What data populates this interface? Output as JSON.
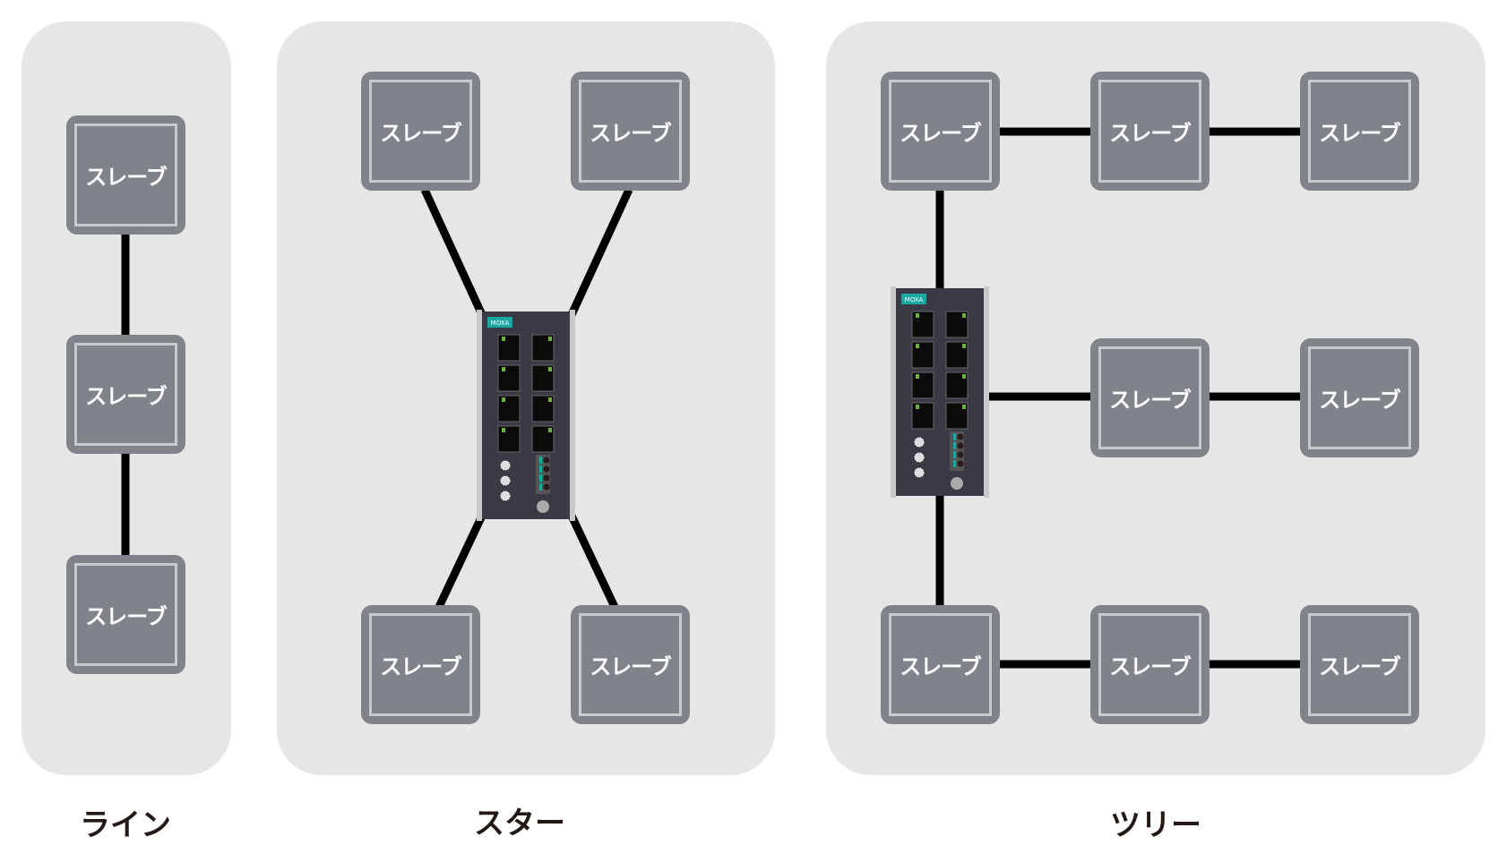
{
  "topologies": [
    {
      "label": "ライン",
      "nodes": [
        "スレーブ",
        "スレーブ",
        "スレーブ"
      ]
    },
    {
      "label": "スター",
      "nodes": [
        "スレーブ",
        "スレーブ",
        "スレーブ",
        "スレーブ"
      ],
      "switch_brand": "MOXA"
    },
    {
      "label": "ツリー",
      "nodes": [
        "スレーブ",
        "スレーブ",
        "スレーブ",
        "スレーブ",
        "スレーブ",
        "スレーブ",
        "スレーブ",
        "スレーブ"
      ],
      "switch_brand": "MOXA"
    }
  ],
  "colors": {
    "panel": "#e6e6e6",
    "node": "#80838a",
    "node_border": "#c9cacc",
    "link": "#000000",
    "switch_body": "#3a3a46",
    "brand": "#1aa9a2"
  }
}
